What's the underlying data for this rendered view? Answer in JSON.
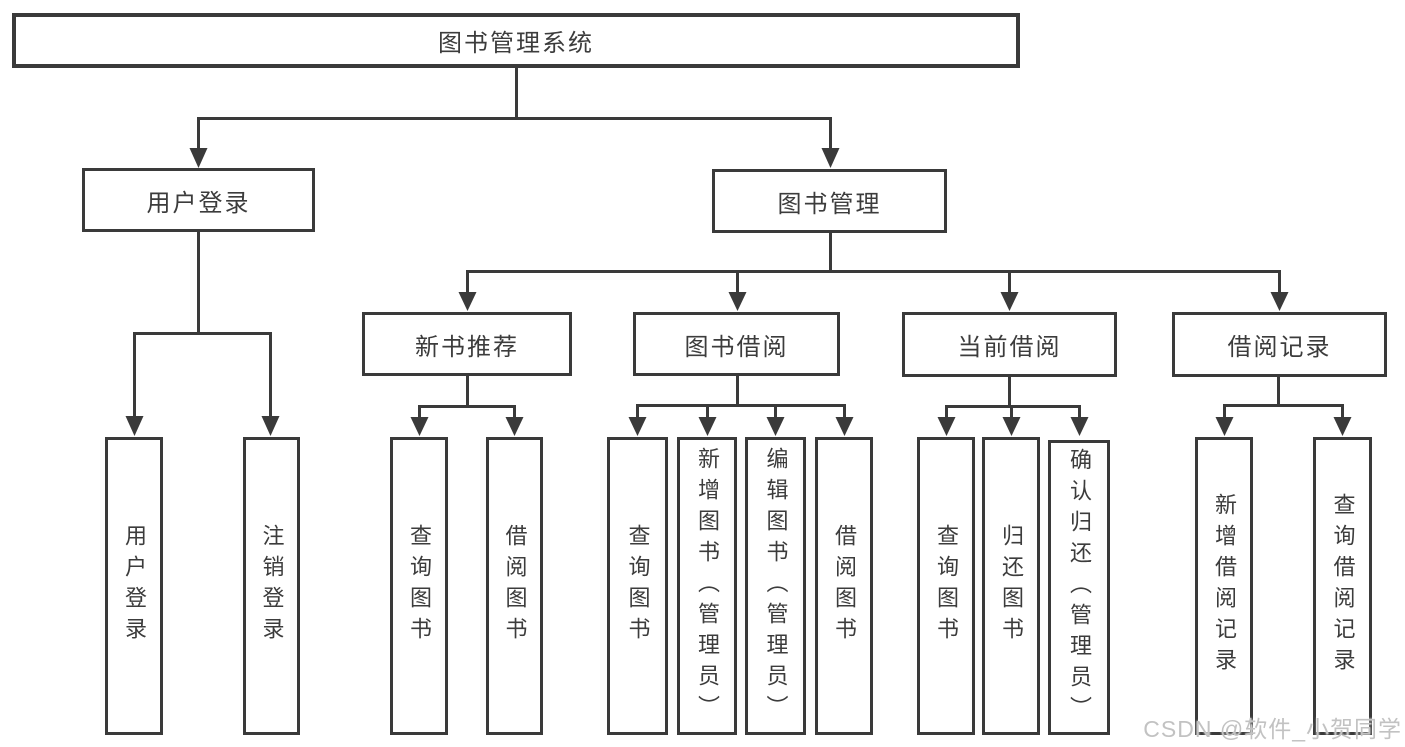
{
  "tree": {
    "label": "图书管理系统",
    "children": [
      {
        "label": "用户登录",
        "children": [
          {
            "label": "用户登录"
          },
          {
            "label": "注销登录"
          }
        ]
      },
      {
        "label": "图书管理",
        "children": [
          {
            "label": "新书推荐",
            "children": [
              {
                "label": "查询图书"
              },
              {
                "label": "借阅图书"
              }
            ]
          },
          {
            "label": "图书借阅",
            "children": [
              {
                "label": "查询图书"
              },
              {
                "label": "新增图书（管理员）"
              },
              {
                "label": "编辑图书（管理员）"
              },
              {
                "label": "借阅图书"
              }
            ]
          },
          {
            "label": "当前借阅",
            "children": [
              {
                "label": "查询图书"
              },
              {
                "label": "归还图书"
              },
              {
                "label": "确认归还（管理员）"
              }
            ]
          },
          {
            "label": "借阅记录",
            "children": [
              {
                "label": "新增借阅记录"
              },
              {
                "label": "查询借阅记录"
              }
            ]
          }
        ]
      }
    ]
  },
  "watermark": {
    "text": "CSDN @软件_小贺同学"
  },
  "colors": {
    "line": "#3a3a3a",
    "text": "#3c3c3c",
    "watermark": "#c2c2c2",
    "background": "#ffffff"
  }
}
